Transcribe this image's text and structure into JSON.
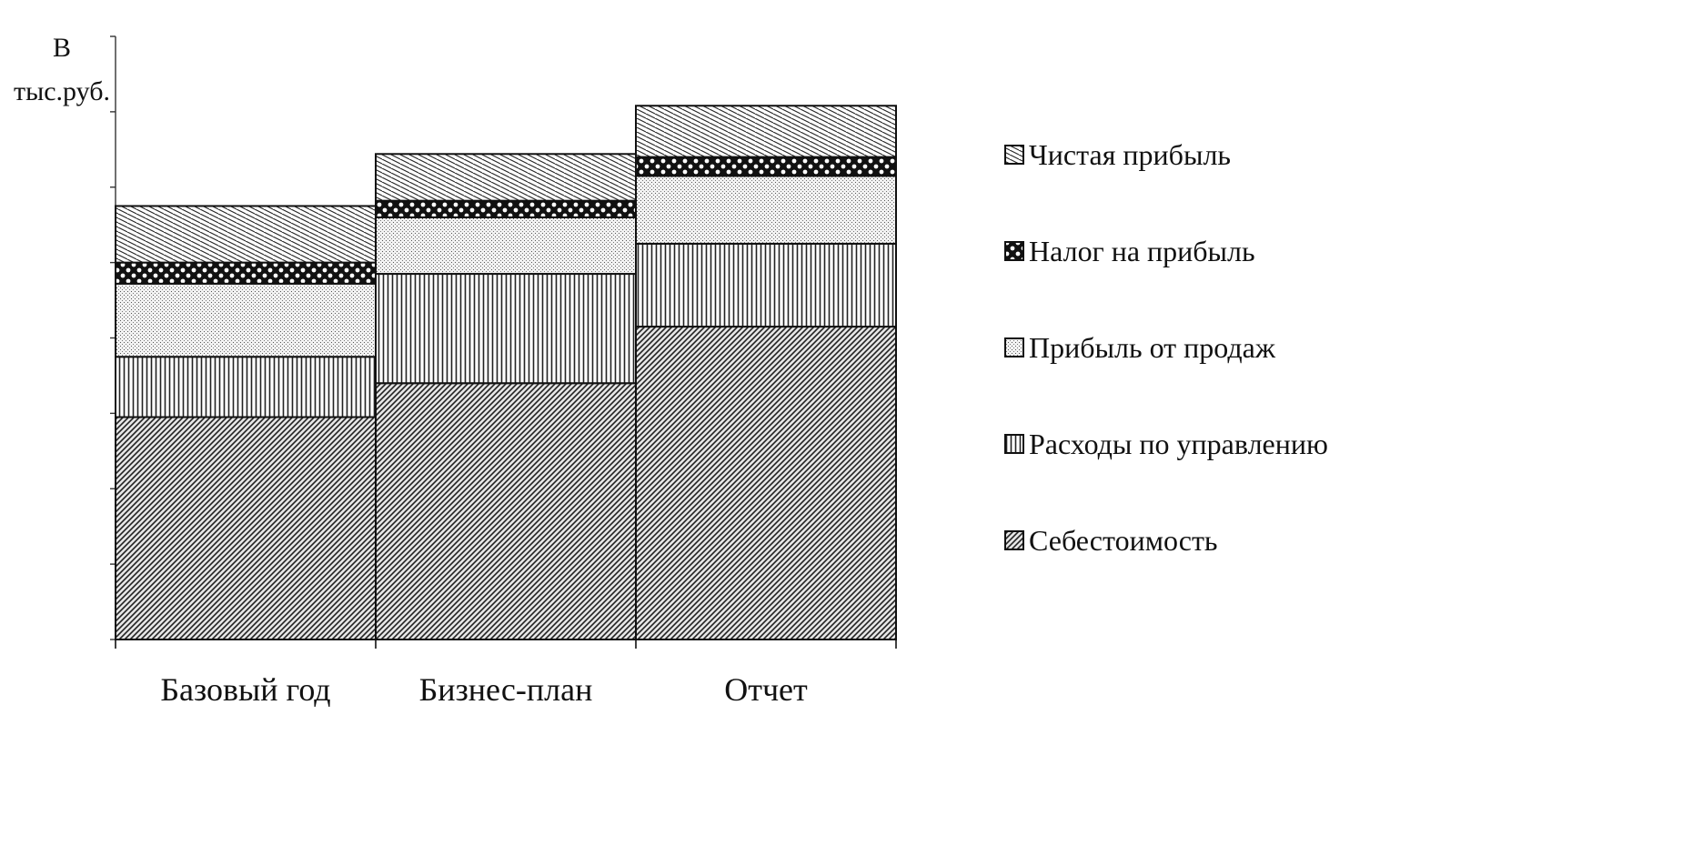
{
  "chart_data": {
    "type": "bar",
    "stacked": true,
    "title": "",
    "ylabel_line1": "В",
    "ylabel_line2": "тыс.руб.",
    "xlabel": "",
    "categories": [
      "Базовый год",
      "Бизнес-план",
      "Отчет"
    ],
    "ylim": [
      0,
      8
    ],
    "y_tick_count": 8,
    "grid": false,
    "legend_position": "right",
    "series": [
      {
        "name": "Себестоимость",
        "pattern": "diagonal-dense",
        "values": [
          2.95,
          3.4,
          4.15
        ]
      },
      {
        "name": "Расходы по управлению",
        "pattern": "vertical-lines",
        "values": [
          0.8,
          1.45,
          1.1
        ]
      },
      {
        "name": "Прибыль от продаж",
        "pattern": "dots",
        "values": [
          0.97,
          0.75,
          0.9
        ]
      },
      {
        "name": "Налог на прибыль",
        "pattern": "checker",
        "values": [
          0.28,
          0.22,
          0.25
        ]
      },
      {
        "name": "Чистая прибыль",
        "pattern": "diagonal-fine",
        "values": [
          0.75,
          0.62,
          0.68
        ]
      }
    ],
    "legend_order": [
      "Чистая прибыль",
      "Налог на прибыль",
      "Прибыль от продаж",
      "Расходы по управлению",
      "Себестоимость"
    ]
  }
}
